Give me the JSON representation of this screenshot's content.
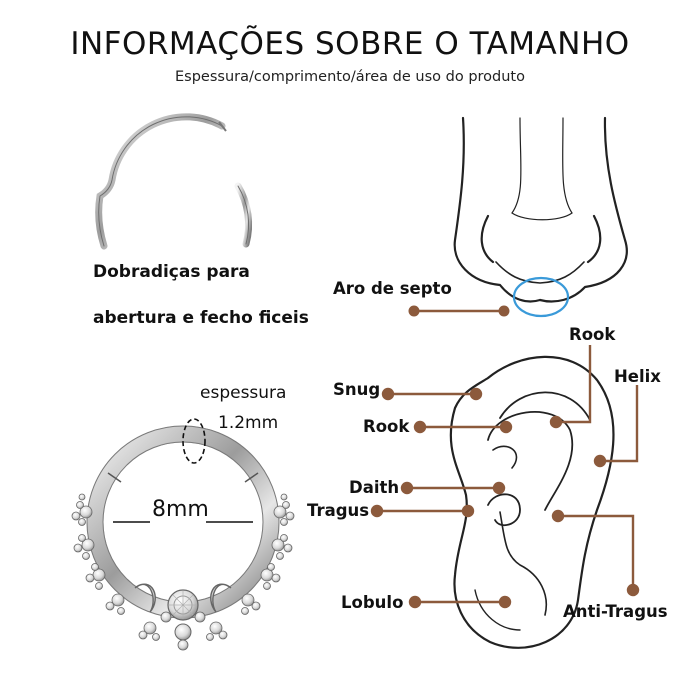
{
  "header": {
    "title": "INFORMAÇÕES SOBRE O TAMANHO",
    "subtitle": "Espessura/comprimento/área de uso do produto"
  },
  "hinge_caption": {
    "line1": "Dobradiças para",
    "line2": "abertura e fecho ficeis"
  },
  "dimensions": {
    "thickness_label": "espessura",
    "thickness_value": "1.2mm",
    "diameter_value": "8mm"
  },
  "nose_labels": {
    "septum": "Aro de septo"
  },
  "ear_labels": {
    "rook_top": "Rook",
    "helix": "Helix",
    "snug": "Snug",
    "rook": "Rook",
    "daith": "Daith",
    "tragus": "Tragus",
    "lobulo": "Lobulo",
    "anti_tragus": "Anti-Tragus"
  },
  "colors": {
    "pointer": "#8c5a3c",
    "septum_ring": "#3a9ad9",
    "outline": "#222222",
    "metal": "#b8b8b8"
  }
}
